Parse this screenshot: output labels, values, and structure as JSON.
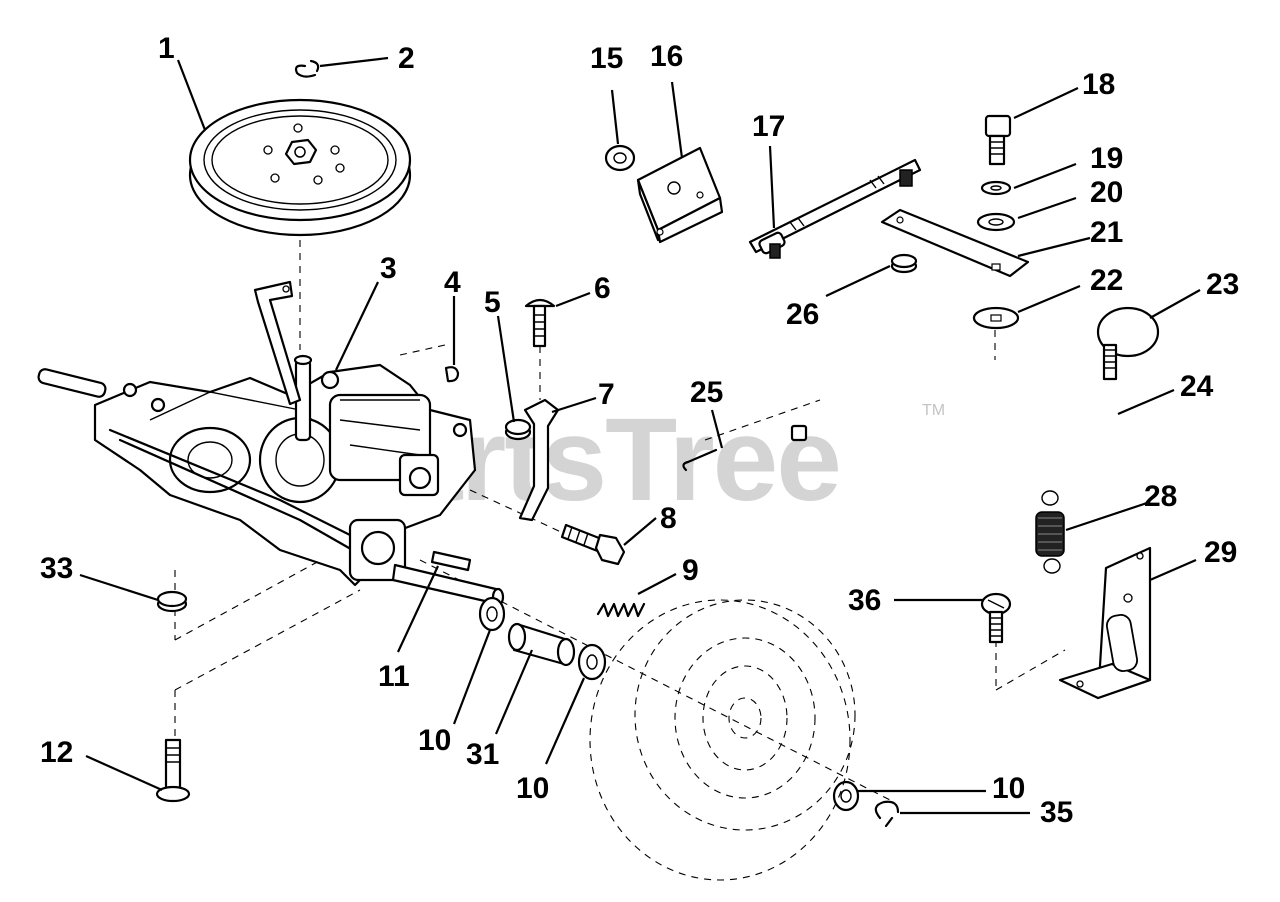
{
  "watermark": {
    "text": "PartsTree",
    "tm": "TM"
  },
  "callouts": {
    "c1": "1",
    "c2": "2",
    "c3": "3",
    "c4": "4",
    "c5": "5",
    "c6": "6",
    "c7": "7",
    "c8": "8",
    "c9": "9",
    "c10a": "10",
    "c10b": "10",
    "c10c": "10",
    "c11": "11",
    "c12": "12",
    "c15": "15",
    "c16": "16",
    "c17": "17",
    "c18": "18",
    "c19": "19",
    "c20": "20",
    "c21": "21",
    "c22": "22",
    "c23": "23",
    "c24": "24",
    "c25": "25",
    "c26": "26",
    "c28": "28",
    "c29": "29",
    "c31": "31",
    "c33": "33",
    "c35": "35",
    "c36": "36"
  }
}
